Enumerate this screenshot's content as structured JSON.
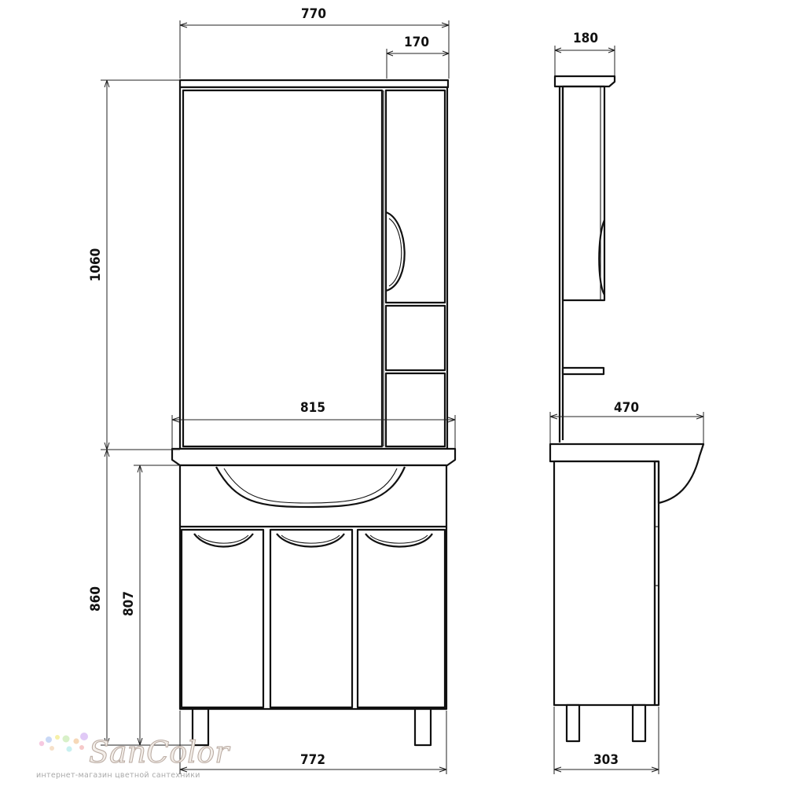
{
  "drawing": {
    "dimensions": {
      "overall_width": "770",
      "side_cabinet_width": "170",
      "mirror_cabinet_depth": "180",
      "mirror_cabinet_height": "1060",
      "washbasin_width": "815",
      "washbasin_depth": "470",
      "vanity_height": "860",
      "vanity_body_height": "807",
      "vanity_width": "772",
      "vanity_depth": "303"
    },
    "colors": {
      "line": "#111111",
      "background": "#ffffff"
    }
  },
  "logo": {
    "brand": "SanColor",
    "tagline": "интернет-магазин цветной сантехники",
    "dot_colors": [
      "#f6c9e0",
      "#c9d8f6",
      "#f6f0a8",
      "#d8f0c8",
      "#f6d8b8",
      "#e0c9f6"
    ]
  }
}
